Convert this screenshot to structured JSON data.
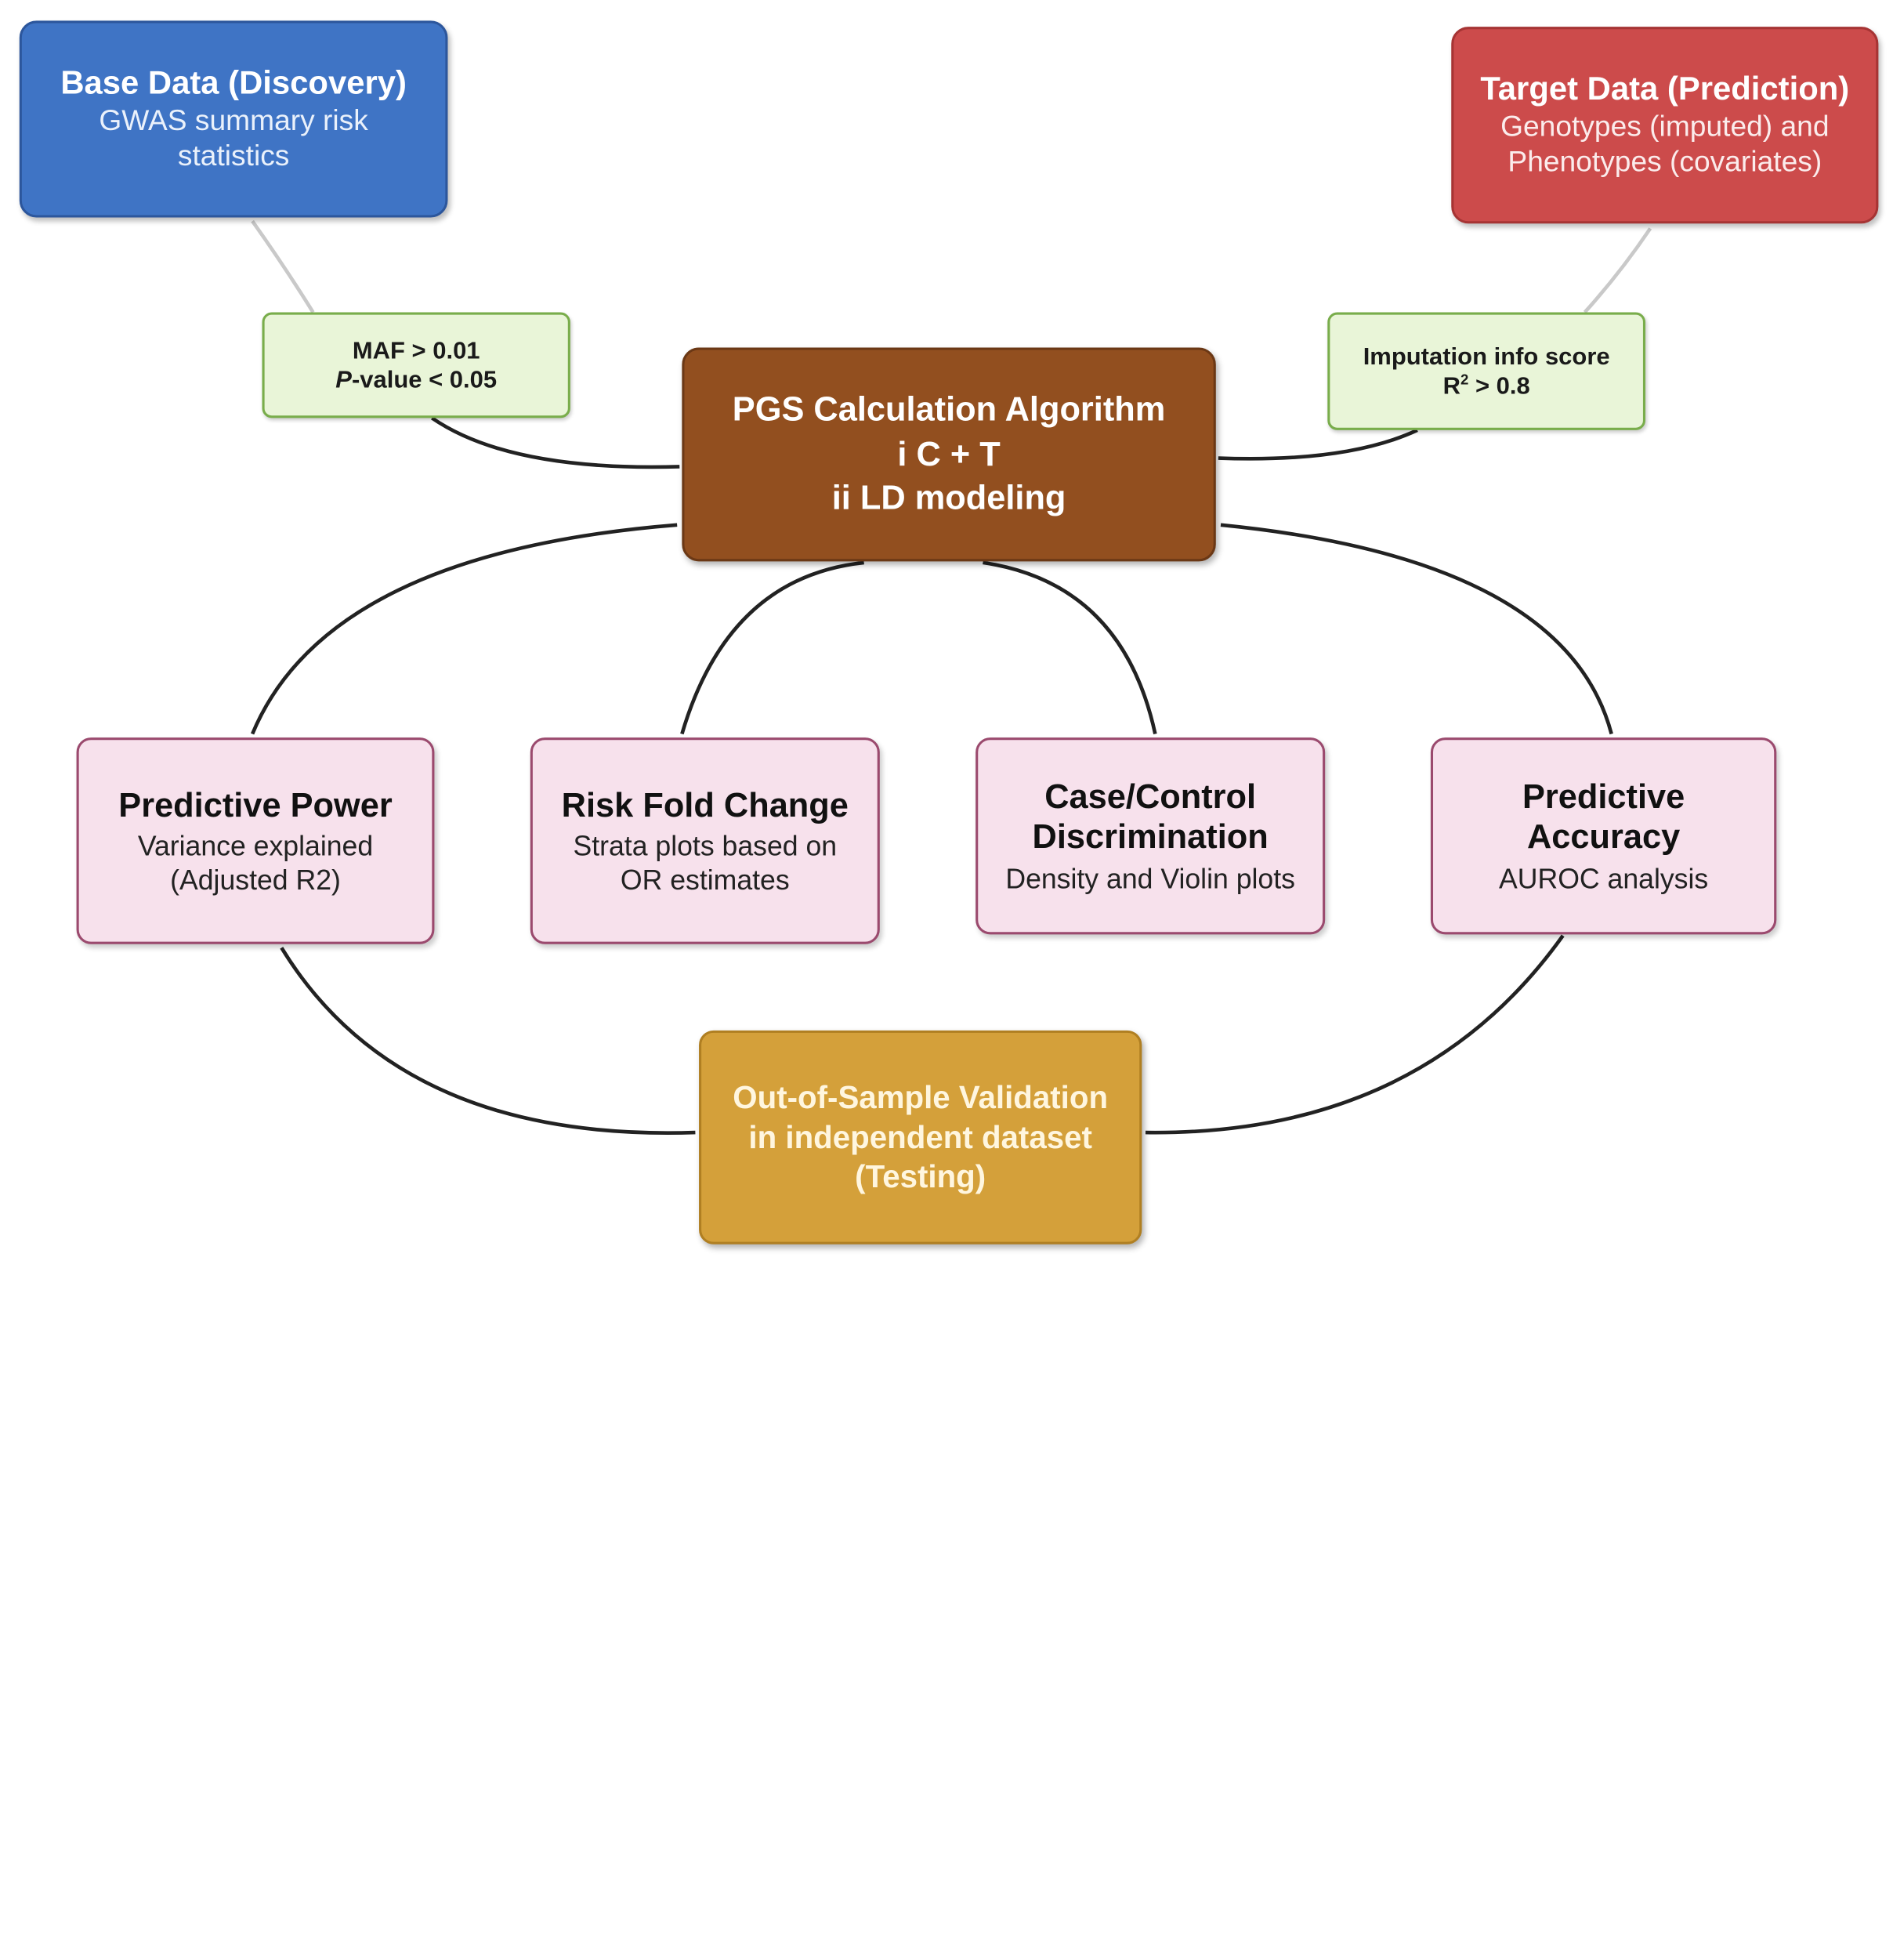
{
  "base": {
    "title": "Base Data (Discovery)",
    "sub1": "GWAS summary risk",
    "sub2": "statistics",
    "color": "#3f74c5"
  },
  "target": {
    "title": "Target Data (Prediction)",
    "sub1": "Genotypes (imputed) and",
    "sub2": "Phenotypes (covariates)",
    "color": "#cc4b4b"
  },
  "filter_base": {
    "line1": "MAF  > 0.01",
    "line2_italic": "P",
    "line2_rest": "-value < 0.05"
  },
  "filter_target": {
    "line1": "Imputation info score",
    "line2_pre": "R",
    "line2_sup": "2",
    "line2_post": " > 0.8"
  },
  "algorithm": {
    "line1": "PGS Calculation Algorithm",
    "line2": "i  C + T",
    "line3": "ii  LD modeling",
    "color": "#924f1f"
  },
  "metrics": [
    {
      "title": "Predictive Power",
      "sub1": "Variance explained",
      "sub2": "(Adjusted R2)"
    },
    {
      "title": "Risk Fold Change",
      "sub1": "Strata plots based on",
      "sub2": "OR estimates"
    },
    {
      "title1": "Case/Control",
      "title2": "Discrimination",
      "sub1": "Density and Violin plots"
    },
    {
      "title1": "Predictive",
      "title2": "Accuracy",
      "sub1": "AUROC analysis"
    }
  ],
  "validation": {
    "line1": "Out-of-Sample Validation",
    "line2": "in independent dataset",
    "line3": "(Testing)",
    "color": "#d4a03a"
  }
}
